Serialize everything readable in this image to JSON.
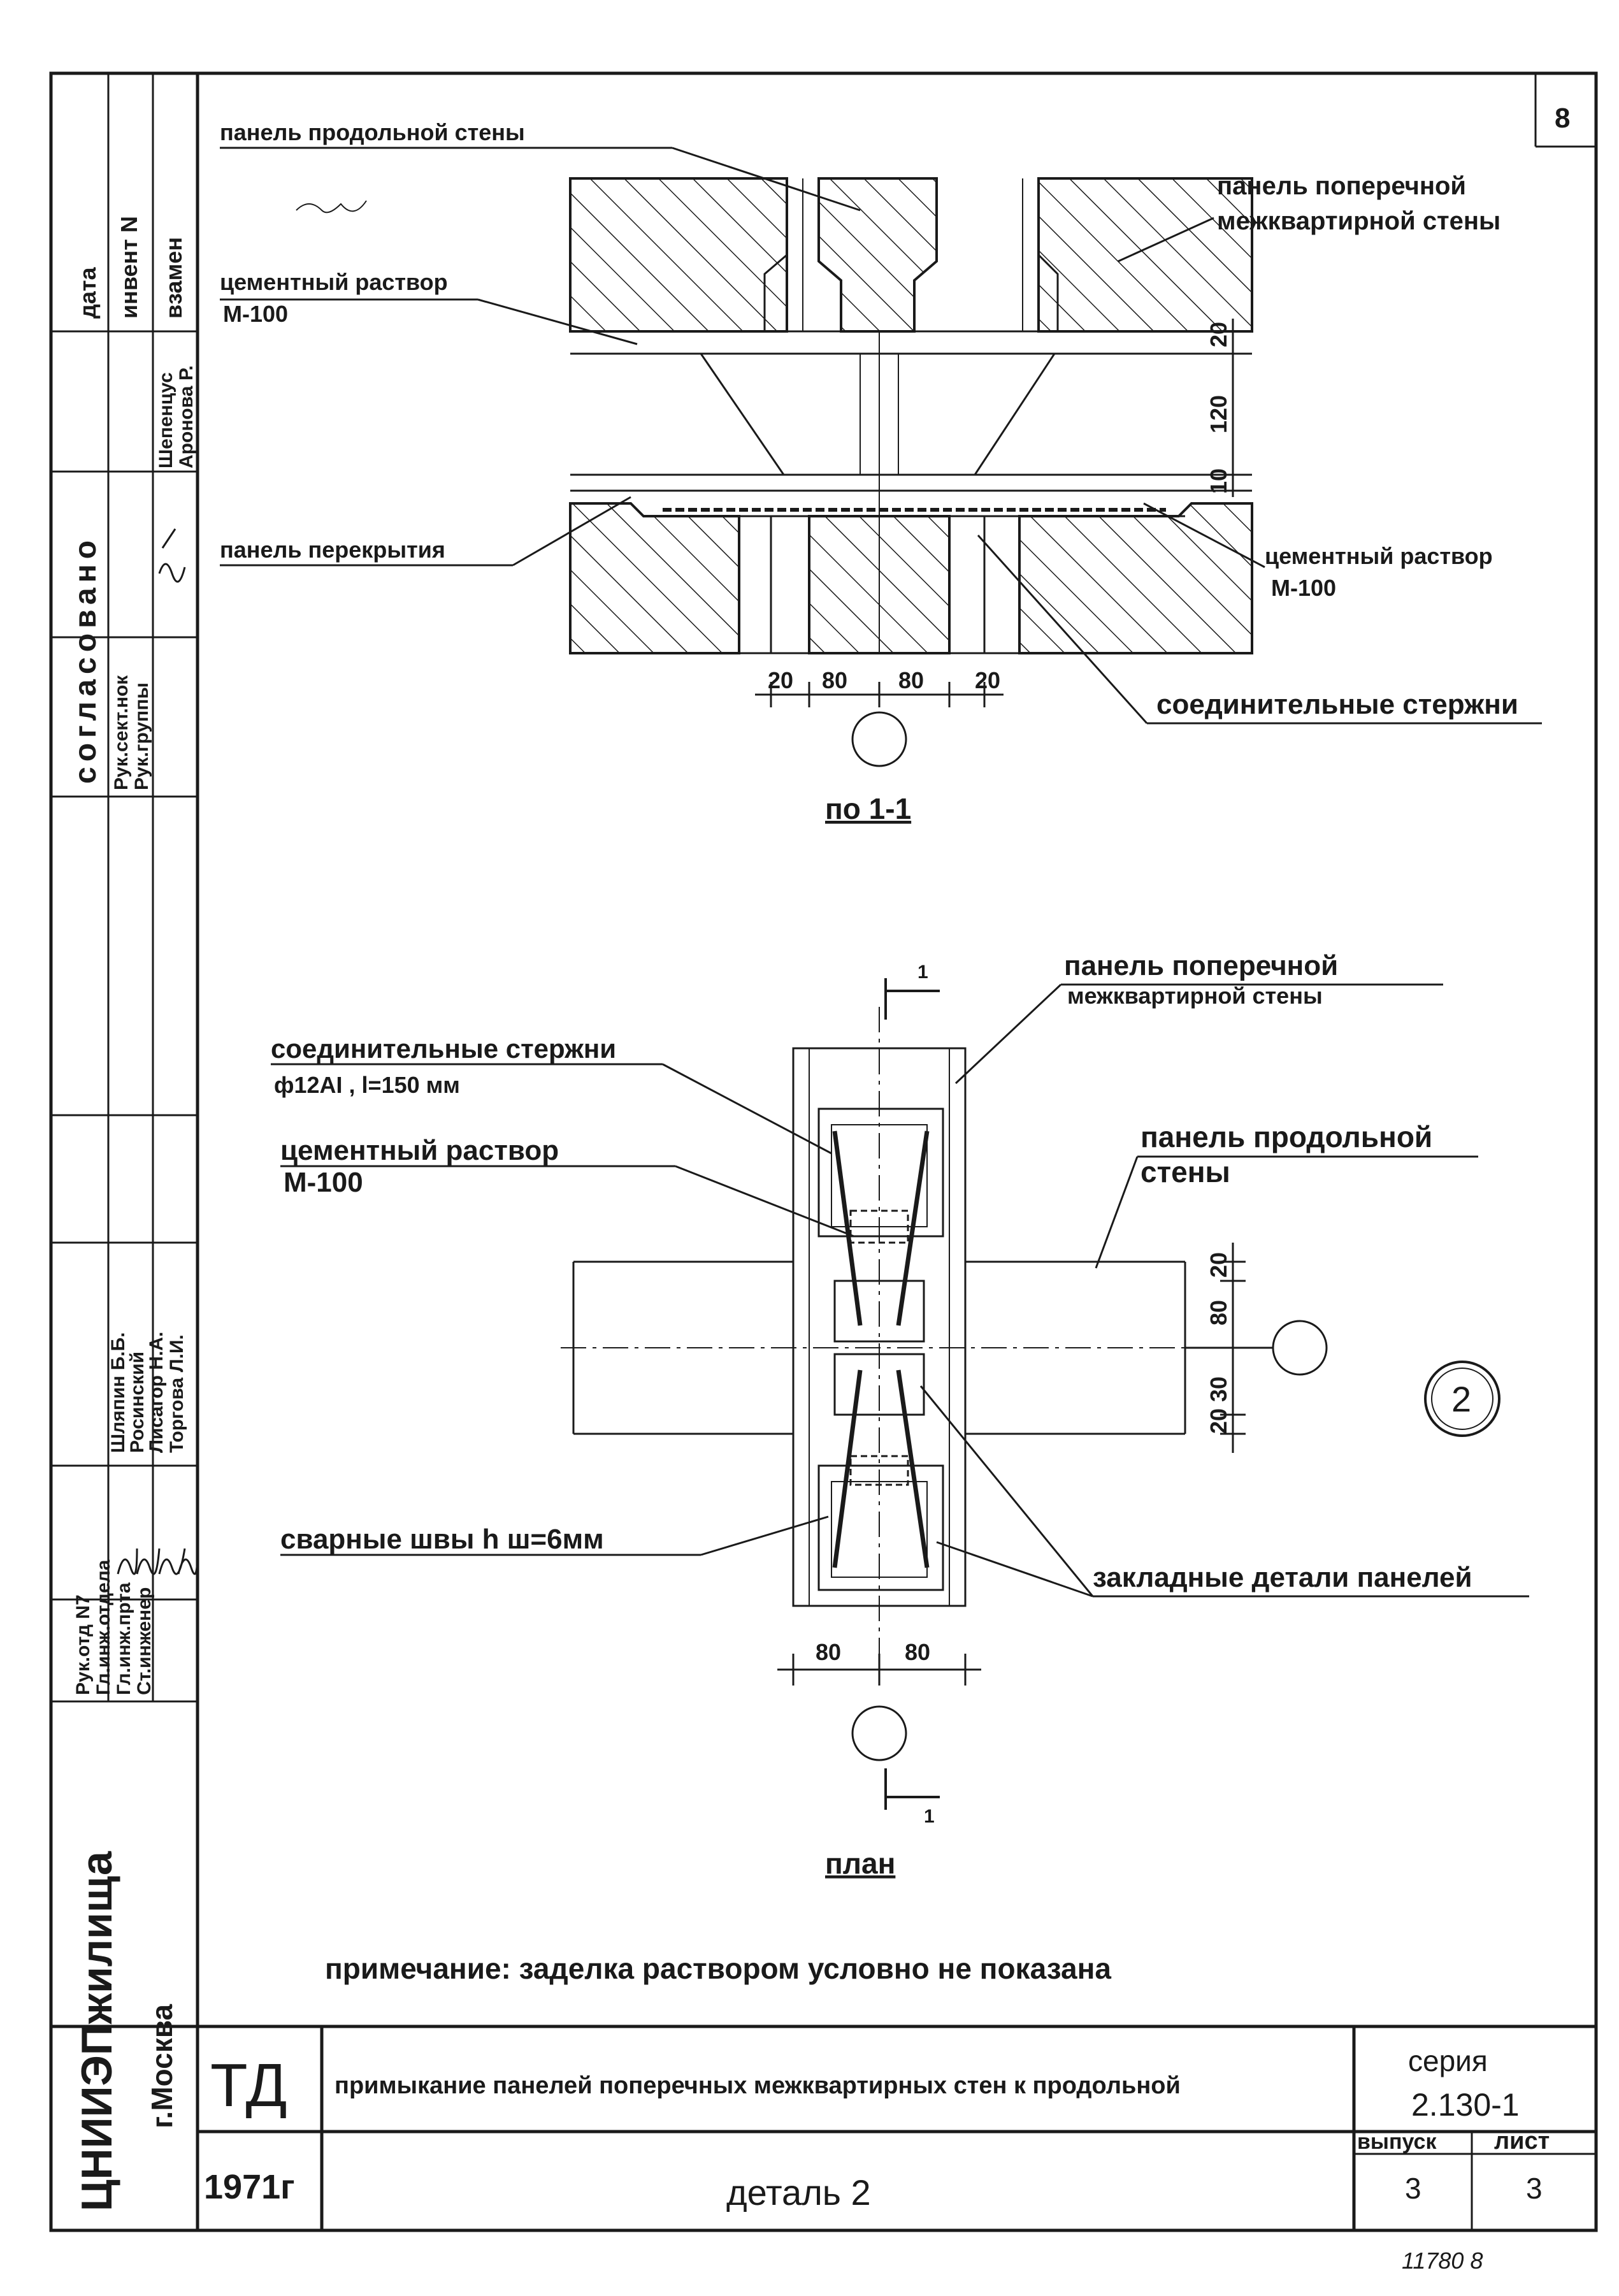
{
  "sheet_number": "8",
  "section": {
    "title": "по 1-1",
    "labels": {
      "longitudinal_wall_panel": "панель продольной стены",
      "cement_mortar": "цементный раствор",
      "mortar_grade": "М-100",
      "cross_wall_panel_line1": "панель поперечной",
      "cross_wall_panel_line2": "межквартирной стены",
      "floor_panel": "панель перекрытия",
      "cement_mortar_right": "цементный раствор",
      "mortar_grade_right": "М-100",
      "connecting_rods": "соединительные стержни"
    },
    "dims_vertical": [
      "20",
      "120",
      "10"
    ],
    "dims_horizontal": [
      "20",
      "80",
      "80",
      "20"
    ]
  },
  "plan": {
    "title": "план",
    "section_mark": "1",
    "labels": {
      "cross_wall_panel_line1": "панель поперечной",
      "cross_wall_panel_line2": "межквартирной стены",
      "connecting_rods": "соединительные стержни",
      "rods_spec": "ф12АI , l=150 мм",
      "cement_mortar": "цементный раствор",
      "mortar_grade": "М-100",
      "longitudinal_wall_line1": "панель продольной",
      "longitudinal_wall_line2": "стены",
      "welds": "сварные швы h ш=6мм",
      "embedded_parts": "закладные детали панелей"
    },
    "dims_vertical": [
      "20",
      "80",
      "30",
      "20"
    ],
    "dims_horizontal": [
      "80",
      "80"
    ],
    "detail_marker": "2"
  },
  "note": "примечание: заделка раствором условно не показана",
  "title_block": {
    "code": "ТД",
    "year": "1971г",
    "description": "примыкание панелей поперечных межквартирных стен к продольной",
    "detail": "деталь 2",
    "series_label": "серия",
    "series_value": "2.130-1",
    "issue_label": "выпуск",
    "issue_value": "3",
    "sheet_label": "лист",
    "sheet_value": "3"
  },
  "side_block": {
    "organization": "ЦНИИЭПжилища",
    "city": "г.Москва",
    "approved": "согласовано",
    "date": "дата",
    "inventory": "инвент N",
    "replace": "взамен",
    "approval_roles": [
      "Рук.отд N7",
      "Гл.инж.отдела",
      "Гл.инж.прта",
      "Ст.инженер"
    ],
    "approval_names": [
      "Шляпин Б.Б.",
      "Росинский",
      "Лисагор Н.А.",
      "Торгова Л.И."
    ],
    "approval_roles_top": [
      "Рук.сект.нок",
      "Рук.группы"
    ],
    "approval_names_top": [
      "Шепенцус",
      "Аронова Р."
    ]
  },
  "footer_mark": "11780  8"
}
